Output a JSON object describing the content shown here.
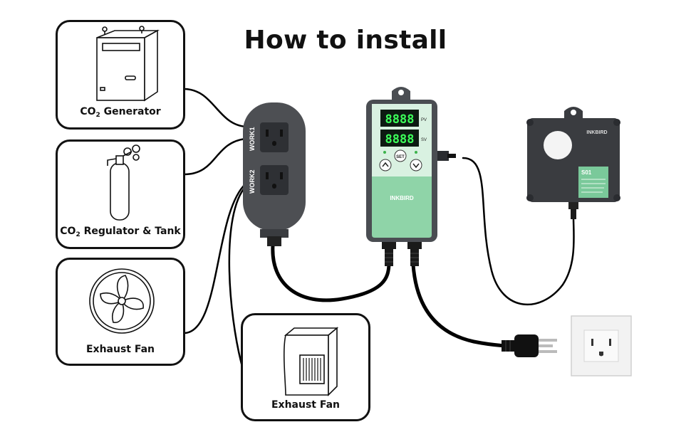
{
  "title": "How to install",
  "boxes": {
    "co2_generator": {
      "pre": "CO",
      "sub": "2",
      "post": " Generator"
    },
    "co2_regulator": {
      "pre": "CO",
      "sub": "2",
      "post": " Regulator & Tank"
    },
    "exhaust_fan_1": {
      "label": "Exhaust Fan"
    },
    "exhaust_fan_2": {
      "label": "Exhaust Fan"
    }
  },
  "power_strip": {
    "outlet_1": "WORK1",
    "outlet_2": "WORK2"
  },
  "controller": {
    "pv_display": "8888",
    "sv_display": "8888",
    "pv_label": "PV",
    "sv_label": "SV",
    "set_button": "SET",
    "brand": "INKBIRD",
    "colors": {
      "body": "#4a4d52",
      "panel": "#8fd4a8",
      "display": "#0d1a12",
      "digits": "#3cff5a"
    }
  },
  "sensor": {
    "brand": "INKBIRD",
    "model": "S01"
  },
  "icons": [
    "co2-generator-icon",
    "co2-tank-icon",
    "exhaust-fan-icon",
    "exhaust-box-fan-icon",
    "wall-outlet-icon",
    "power-plug-icon"
  ]
}
